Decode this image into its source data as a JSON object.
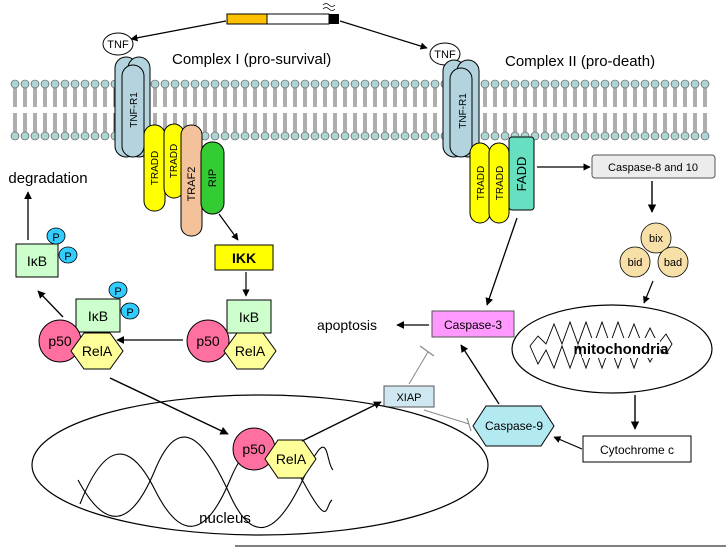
{
  "labels": {
    "tnf_left": "TNF",
    "tnf_right": "TNF",
    "complex_one": "Complex I (pro-survival)",
    "complex_two": "Complex II (pro-death)",
    "tnfr1_left": "TNF-R1",
    "tnfr1_right": "TNF-R1",
    "tradd_a": "TRADD",
    "tradd_b": "TRADD",
    "traf2": "TRAF2",
    "rip": "RIP",
    "tradd_c": "TRADD",
    "tradd_d": "TRADD",
    "fadd": "FADD",
    "caspase_8_10": "Caspase-8 and 10",
    "bix": "bix",
    "bid": "bid",
    "bad": "bad",
    "mitochondria": "mitochondria",
    "cytochrome_c": "Cytochrome c",
    "caspase_9": "Caspase-9",
    "caspase_3": "Caspase-3",
    "xiap": "XIAP",
    "apoptosis": "apoptosis",
    "degradation": "degradation",
    "ikk": "IKK",
    "ikb_top": "IκB",
    "ikb_middle": "IκB",
    "ikb_right": "IκB",
    "p_top_a": "P",
    "p_top_b": "P",
    "p_mid_a": "P",
    "p_mid_b": "P",
    "p50_left": "p50",
    "p50_right": "p50",
    "p50_nucleus": "p50",
    "rela_left": "RelA",
    "rela_right": "RelA",
    "rela_nucleus": "RelA",
    "nucleus": "nucleus"
  },
  "colors": {
    "receptor": "#b3d4de",
    "tradd": "#ffff00",
    "traf2": "#f4c29a",
    "rip": "#33cc33",
    "fadd": "#66e0c0",
    "ikk": "#ffff00",
    "ikb": "#ccffcc",
    "p_bubble": "#33ccff",
    "p50": "#ff6f9f",
    "rela": "#ffff99",
    "caspase_3": "#ff99ff",
    "caspase_9": "#b3eaf2",
    "xiap": "#cfe7f0",
    "bcl2_family": "#f7e0a8",
    "caspase_8_10": "#ececec",
    "membrane_head": "#aed4d4",
    "ligand_bar": "#ffc000"
  }
}
